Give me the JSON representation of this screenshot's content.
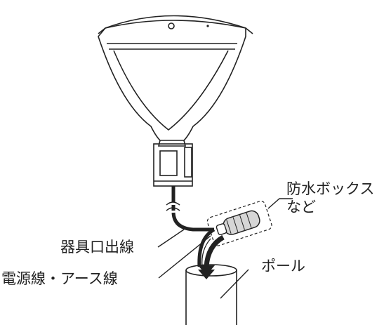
{
  "labels": {
    "waterproof_box_line1": "防水ボックス",
    "waterproof_box_line2": "など",
    "fixture_output_wire": "器具口出線",
    "power_ground_wire": "電源線・アース線",
    "pole": "ポール"
  }
}
